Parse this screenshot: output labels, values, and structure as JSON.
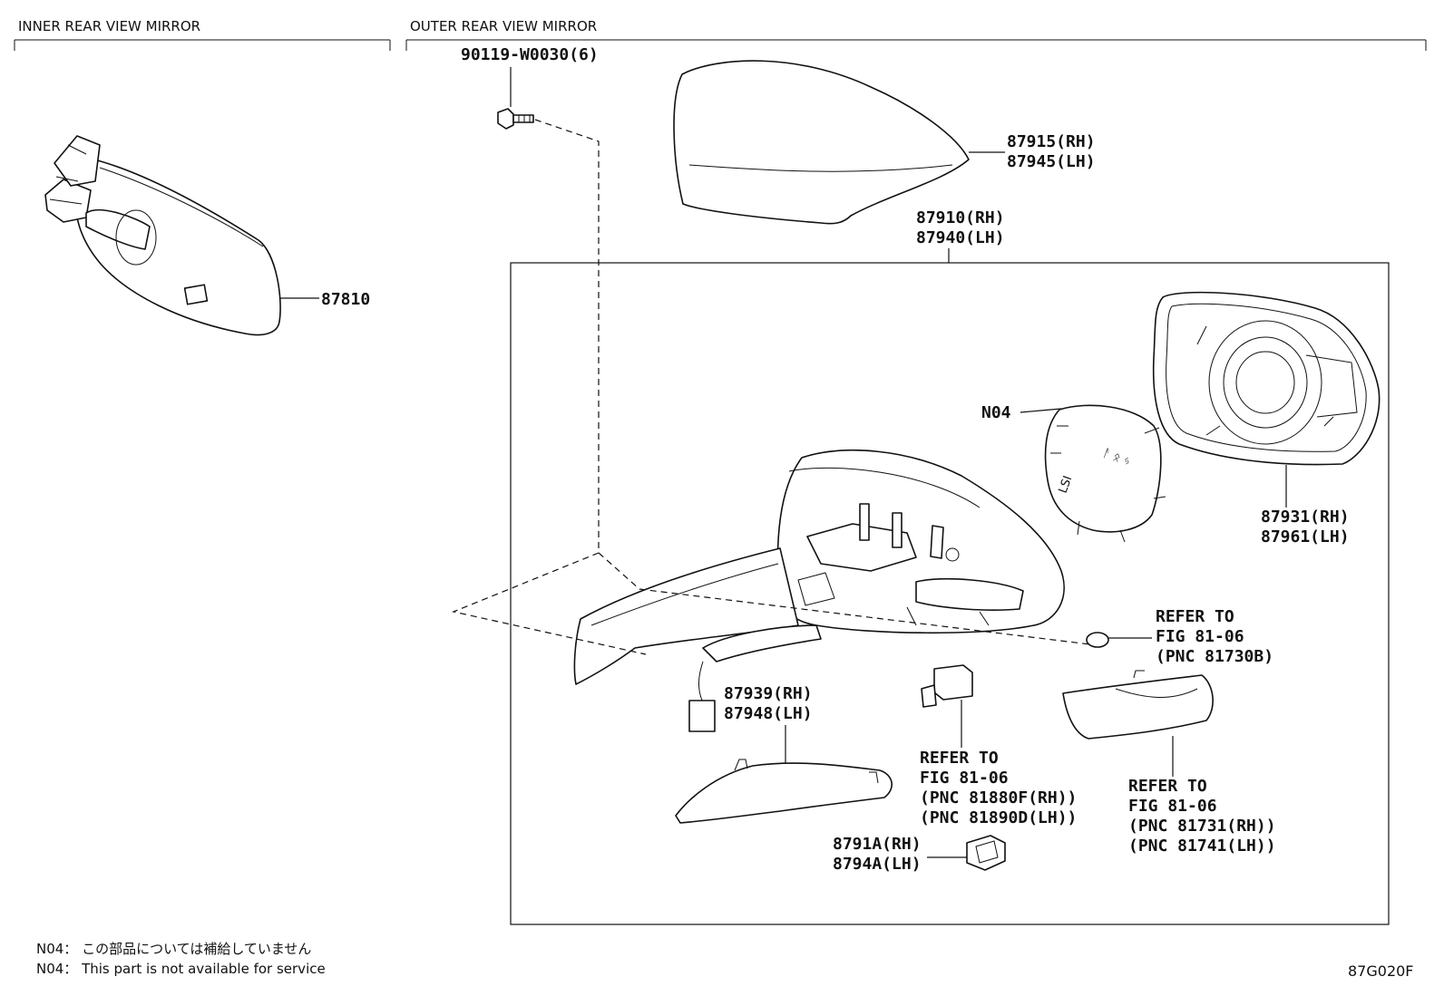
{
  "sections": {
    "inner": "INNER REAR VIEW MIRROR",
    "outer": "OUTER REAR VIEW MIRROR"
  },
  "parts": {
    "p87810": "87810",
    "p90119": "90119-W0030(6)",
    "p87915": "87915(RH)",
    "p87945": "87945(LH)",
    "p87910": "87910(RH)",
    "p87940": "87940(LH)",
    "pN04": "N04",
    "p87931": "87931(RH)",
    "p87961": "87961(LH)",
    "p87939": "87939(RH)",
    "p87948": "87948(LH)",
    "p8791A": "8791A(RH)",
    "p8794A": "8794A(LH)"
  },
  "refs": {
    "bulb": [
      "REFER TO",
      "FIG 81-06",
      "(PNC 81730B)"
    ],
    "sensor": [
      "REFER TO",
      "FIG 81-06",
      "(PNC 81880F(RH))",
      "(PNC 81890D(LH))"
    ],
    "lamp": [
      "REFER TO",
      "FIG 81-06",
      "(PNC 81731(RH))",
      "(PNC 81741(LH))"
    ]
  },
  "notes": {
    "jp": "N04： この部品については補給していません",
    "en": "N04： This part is not available for service"
  },
  "figure_code": "87G020F"
}
